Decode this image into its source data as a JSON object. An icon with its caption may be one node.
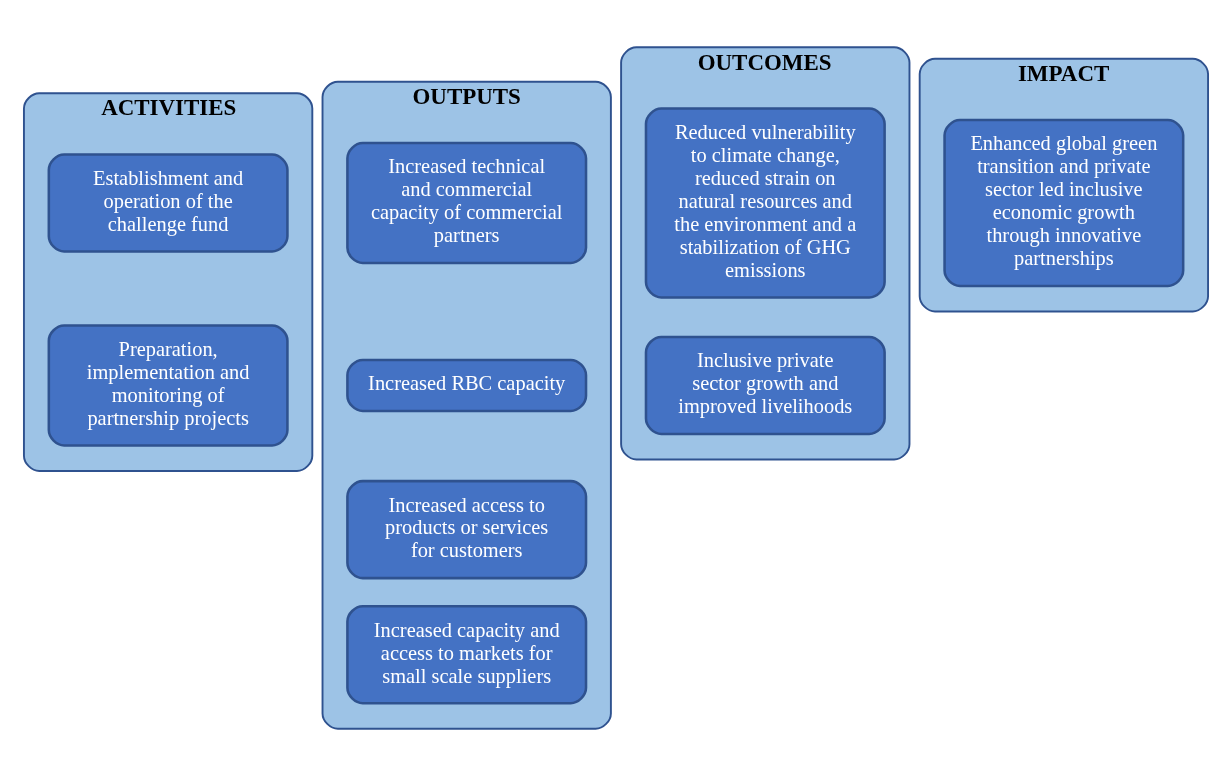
{
  "diagram": {
    "nodes": [
      {
        "text": [
          "ACTIVITIES"
        ]
      },
      {
        "text": [
          "Establishment and operation of the challenge fund"
        ],
        "in": 0
      },
      {
        "text": [
          "Preparation, implementation and monitoring of partnership projects"
        ],
        "in": 0
      },
      {
        "text": [
          "OUTPUTS"
        ]
      },
      {
        "text": [
          "Increased technical and commercial capacity of commercial partners"
        ],
        "in": 3
      },
      {
        "text": [
          "Increased RBC capacity"
        ],
        "in": 3
      },
      {
        "text": [
          "Increased access to products or services for customers"
        ],
        "in": 3
      },
      {
        "text": [
          "Increased capacity and access to markets for small scale suppliers"
        ],
        "in": 3
      },
      {
        "text": [
          "OUTCOMES"
        ]
      },
      {
        "text": [
          "Reduced vulnerability to climate change, reduced strain on natural resources and the environment and a stabilization of GHG emissions"
        ],
        "in": 8
      },
      {
        "text": [
          "Inclusive private sector growth and improved livelihoods"
        ],
        "in": 8
      },
      {
        "text": [
          "IMPACT"
        ]
      },
      {
        "text": [
          "Enhanced global green transition and private sector led inclusive economic growth through innovative partnerships"
        ],
        "in": 11
      }
    ],
    "edges": []
  }
}
